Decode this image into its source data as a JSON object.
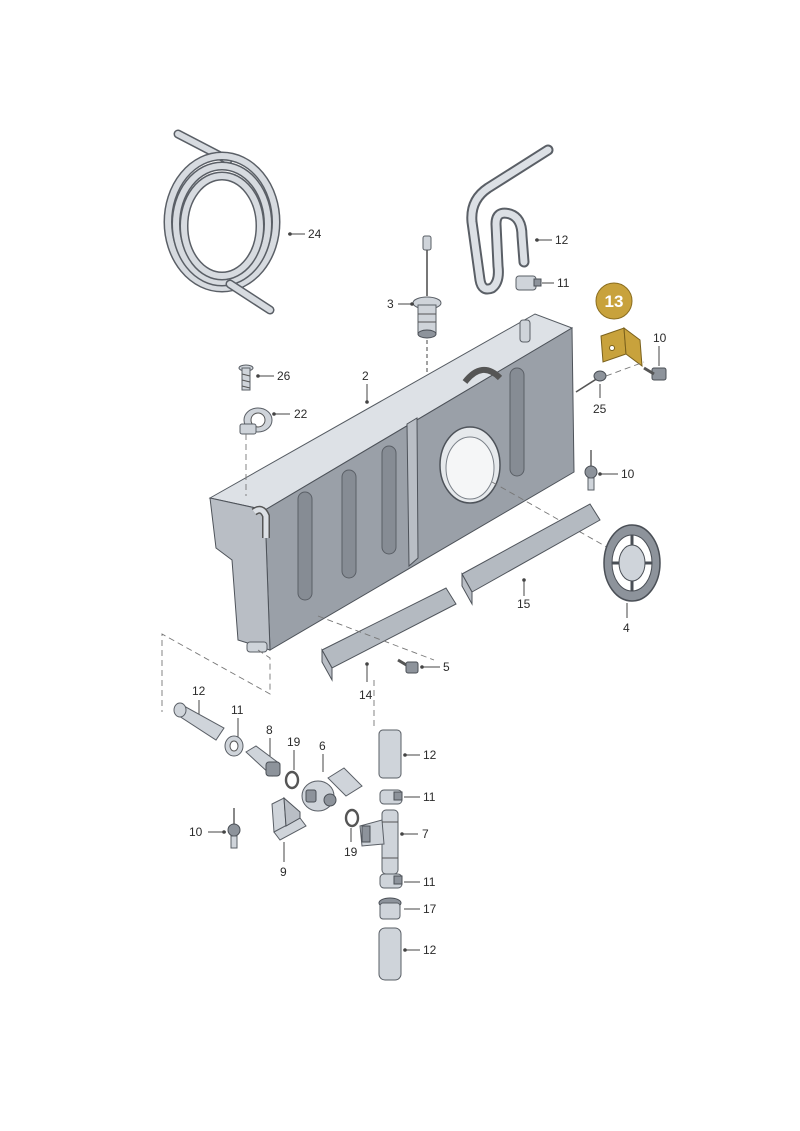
{
  "callouts": {
    "p2": "2",
    "p3": "3",
    "p4": "4",
    "p5": "5",
    "p6": "6",
    "p7": "7",
    "p8": "8",
    "p9": "9",
    "p10a": "10",
    "p10b": "10",
    "p10c": "10",
    "p11a": "11",
    "p11b": "11",
    "p11c": "11",
    "p11d": "11",
    "p12a": "12",
    "p12b": "12",
    "p12c": "12",
    "p12d": "12",
    "p13": "13",
    "p14": "14",
    "p15": "15",
    "p17": "17",
    "p19a": "19",
    "p19b": "19",
    "p22": "22",
    "p24": "24",
    "p25": "25",
    "p26": "26"
  },
  "colors": {
    "highlight_badge": "#c8a23c",
    "highlight_part": "#c8a23c",
    "line": "#444444",
    "metal": "#cfd4da",
    "tank": "#9aa0a8"
  }
}
